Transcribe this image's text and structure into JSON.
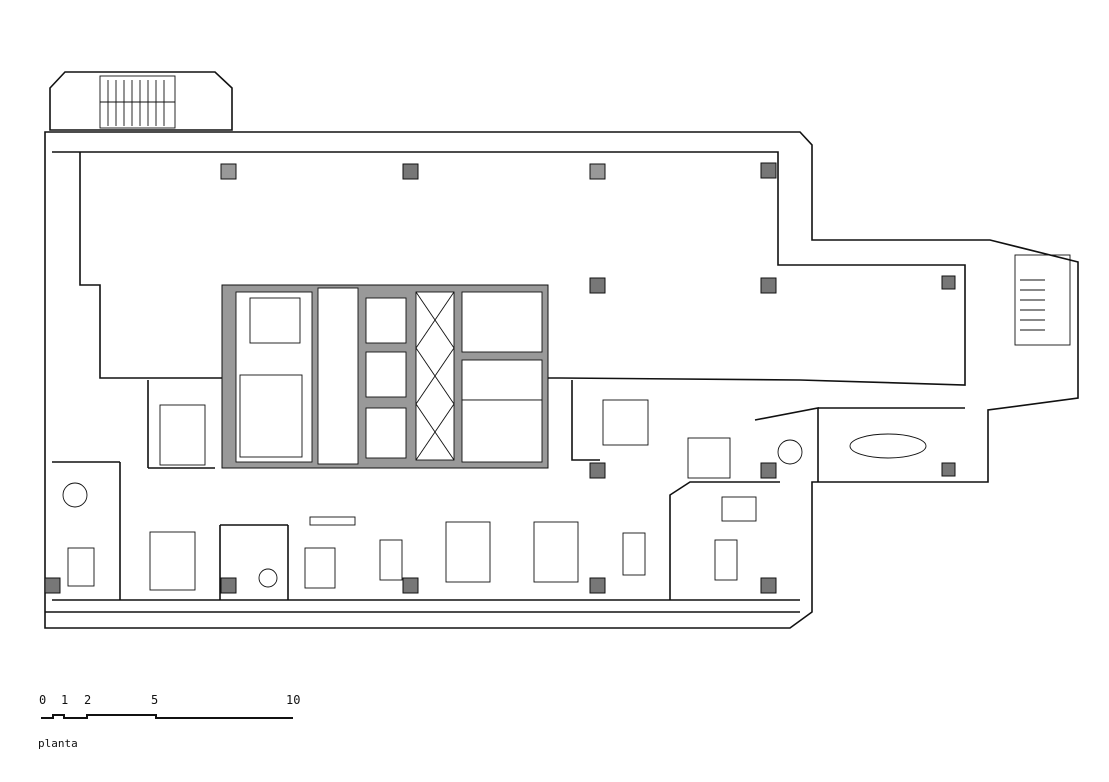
{
  "plan": {
    "title": "planta",
    "scale_bar": {
      "unit_labels": [
        "0",
        "1",
        "2",
        "5",
        "10"
      ],
      "values": [
        0,
        1,
        2,
        5,
        10
      ]
    },
    "colors": {
      "line": "#111111",
      "core_fill": "#999999",
      "column_fill": "#777777"
    }
  }
}
